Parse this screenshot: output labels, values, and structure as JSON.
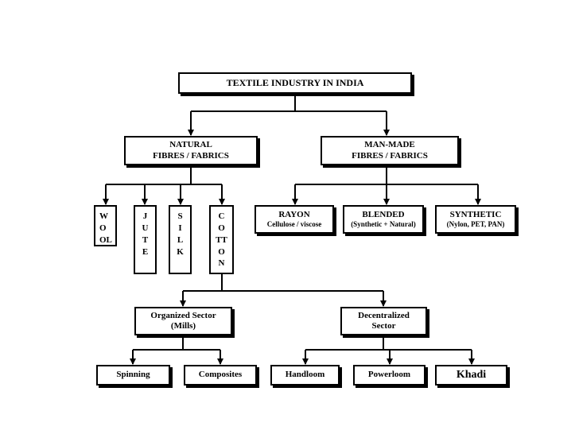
{
  "root": {
    "label": "TEXTILE INDUSTRY IN INDIA"
  },
  "natural": {
    "line1": "NATURAL",
    "line2": "FIBRES / FABRICS"
  },
  "manmade": {
    "line1": "MAN-MADE",
    "line2": "FIBRES / FABRICS"
  },
  "fibres": {
    "wool": "W\nO\nOL",
    "jute": "J\nU\nT\nE",
    "silk": "S\nI\nL\nK",
    "cotton": "C\nO\nTT\nO\nN"
  },
  "rayon": {
    "title": "RAYON",
    "subtitle": "Cellulose / viscose"
  },
  "blended": {
    "title": "BLENDED",
    "subtitle": "(Synthetic + Natural)"
  },
  "synthetic": {
    "title": "SYNTHETIC",
    "subtitle": "(Nylon, PET, PAN)"
  },
  "organized": {
    "line1": "Organized Sector",
    "line2": "(Mills)"
  },
  "decentralized": {
    "line1": "Decentralized",
    "line2": "Sector"
  },
  "leaves": {
    "spinning": "Spinning",
    "composites": "Composites",
    "handloom": "Handloom",
    "powerloom": "Powerloom",
    "khadi": "Khadi"
  }
}
